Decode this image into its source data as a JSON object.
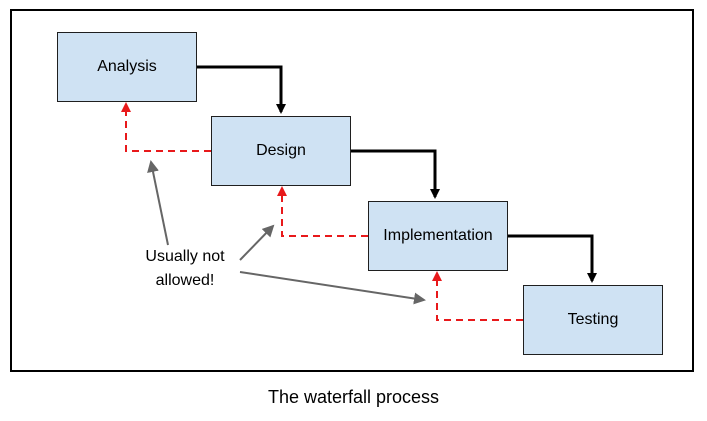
{
  "diagram": {
    "stages": [
      {
        "label": "Analysis"
      },
      {
        "label": "Design"
      },
      {
        "label": "Implementation"
      },
      {
        "label": "Testing"
      }
    ],
    "annotation": {
      "line1": "Usually not",
      "line2": "allowed!"
    },
    "caption": "The waterfall process",
    "colors": {
      "box_fill": "#cfe2f3",
      "forward_arrow": "#000000",
      "backward_arrow": "#e8191b",
      "pointer_arrow": "#666666"
    }
  }
}
